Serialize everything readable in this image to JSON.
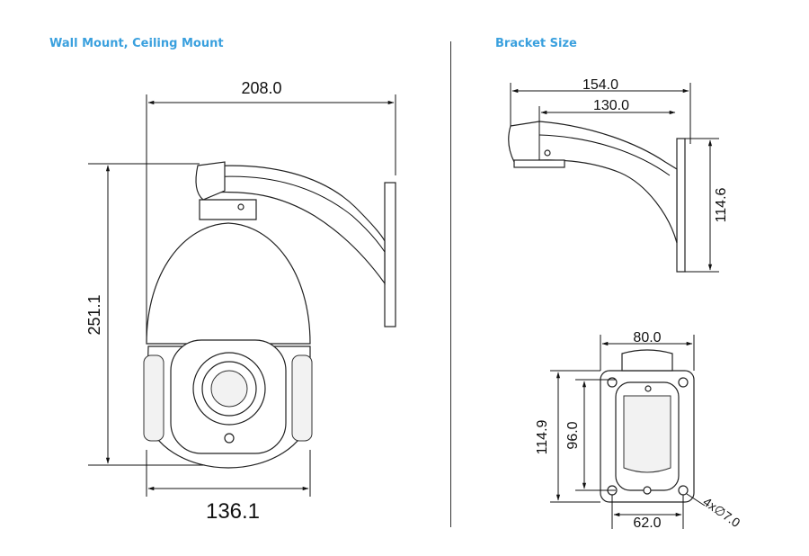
{
  "sections": {
    "left_title": "Wall Mount, Ceiling Mount",
    "right_title": "Bracket Size"
  },
  "camera_dimensions": {
    "width_top": "208.0",
    "height": "251.1",
    "width_bottom": "136.1"
  },
  "bracket_side_dimensions": {
    "outer_length": "154.0",
    "inner_length": "130.0",
    "height": "114.6"
  },
  "bracket_plate_dimensions": {
    "width": "80.0",
    "outer_height": "114.9",
    "inner_height": "96.0",
    "hole_spacing": "62.0",
    "holes": "4x∅7.0"
  }
}
